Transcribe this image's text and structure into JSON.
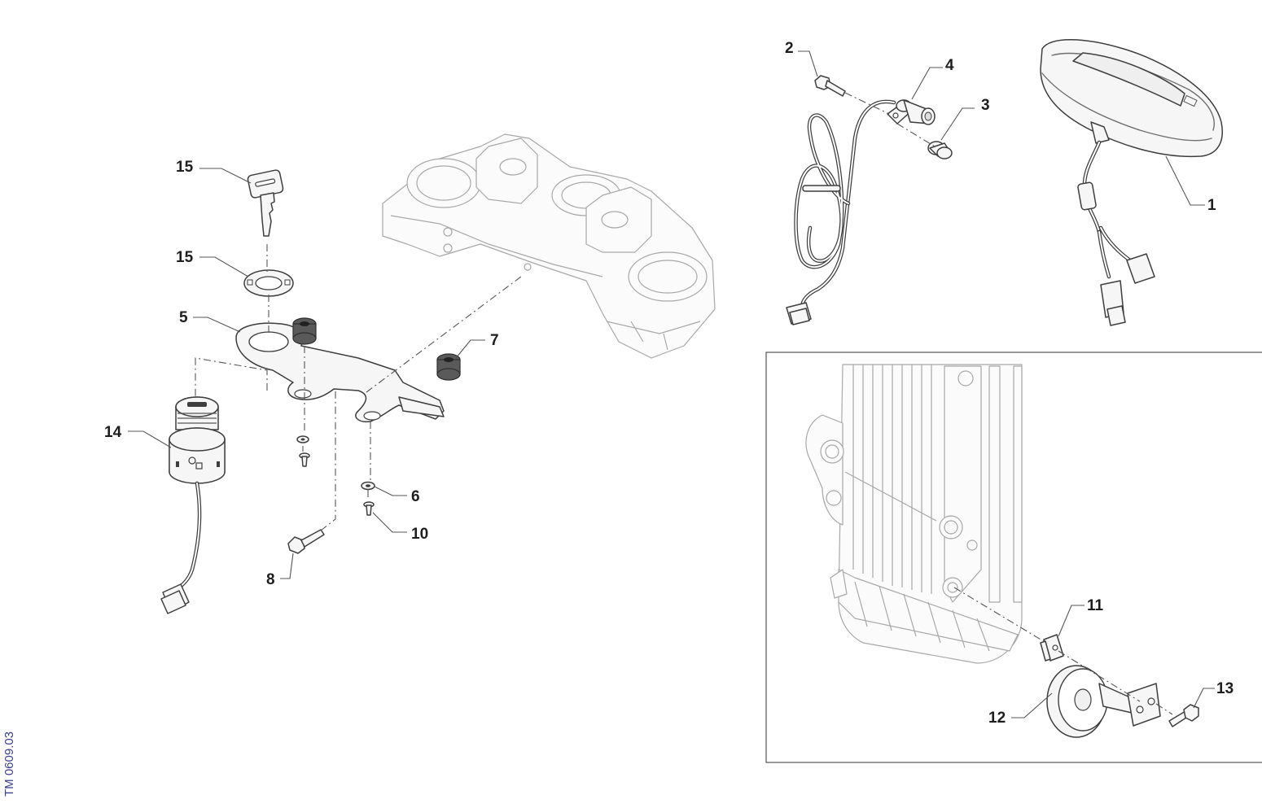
{
  "reference_code": "TM 0609.03",
  "callouts": [
    {
      "id": "c1",
      "label": "1"
    },
    {
      "id": "c2",
      "label": "2"
    },
    {
      "id": "c3",
      "label": "3"
    },
    {
      "id": "c4",
      "label": "4"
    },
    {
      "id": "c5",
      "label": "5"
    },
    {
      "id": "c6",
      "label": "6"
    },
    {
      "id": "c7",
      "label": "7"
    },
    {
      "id": "c8",
      "label": "8"
    },
    {
      "id": "c10",
      "label": "10"
    },
    {
      "id": "c11",
      "label": "11"
    },
    {
      "id": "c12",
      "label": "12"
    },
    {
      "id": "c13",
      "label": "13"
    },
    {
      "id": "c14a",
      "label": "14"
    },
    {
      "id": "c14b",
      "label": "14"
    },
    {
      "id": "c15",
      "label": "15"
    }
  ],
  "colors": {
    "line": "#3e3e3e",
    "ghost": "#a8a8a8",
    "reference_text": "#3a3f8f"
  }
}
